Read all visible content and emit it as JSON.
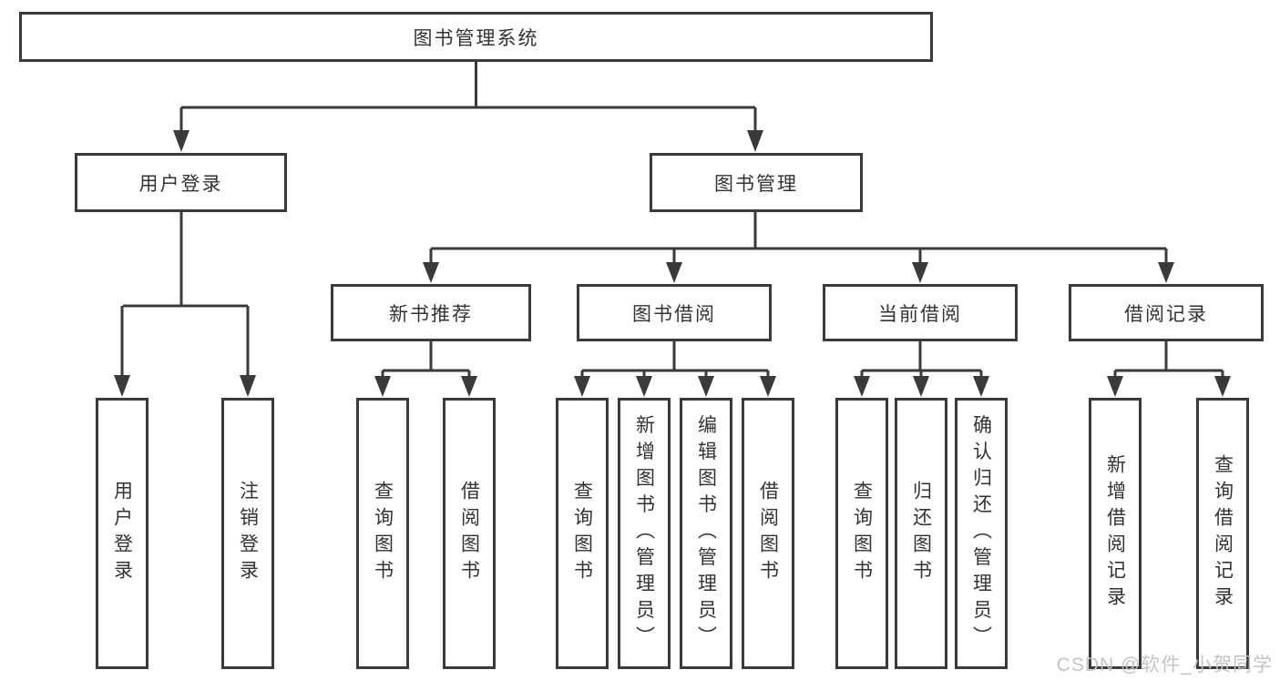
{
  "diagram": {
    "title": "图书管理系统",
    "nodes": {
      "root": {
        "label": "图书管理系统"
      },
      "level2": [
        {
          "label": "用户登录"
        },
        {
          "label": "图书管理"
        }
      ],
      "level3": [
        {
          "label": "新书推荐"
        },
        {
          "label": "图书借阅"
        },
        {
          "label": "当前借阅"
        },
        {
          "label": "借阅记录"
        }
      ],
      "leaves": [
        {
          "label": "用户登录"
        },
        {
          "label": "注销登录"
        },
        {
          "label": "查询图书"
        },
        {
          "label": "借阅图书"
        },
        {
          "label": "查询图书"
        },
        {
          "label": "新增图书（管理员）"
        },
        {
          "label": "编辑图书（管理员）"
        },
        {
          "label": "借阅图书"
        },
        {
          "label": "查询图书"
        },
        {
          "label": "归还图书"
        },
        {
          "label": "确认归还（管理员）"
        },
        {
          "label": "新增借阅记录"
        },
        {
          "label": "查询借阅记录"
        }
      ]
    },
    "edges": [
      [
        "图书管理系统",
        "用户登录"
      ],
      [
        "图书管理系统",
        "图书管理"
      ],
      [
        "用户登录",
        "用户登录"
      ],
      [
        "用户登录",
        "注销登录"
      ],
      [
        "图书管理",
        "新书推荐"
      ],
      [
        "图书管理",
        "图书借阅"
      ],
      [
        "图书管理",
        "当前借阅"
      ],
      [
        "图书管理",
        "借阅记录"
      ],
      [
        "新书推荐",
        "查询图书"
      ],
      [
        "新书推荐",
        "借阅图书"
      ],
      [
        "图书借阅",
        "查询图书"
      ],
      [
        "图书借阅",
        "新增图书（管理员）"
      ],
      [
        "图书借阅",
        "编辑图书（管理员）"
      ],
      [
        "图书借阅",
        "借阅图书"
      ],
      [
        "当前借阅",
        "查询图书"
      ],
      [
        "当前借阅",
        "归还图书"
      ],
      [
        "当前借阅",
        "确认归还（管理员）"
      ],
      [
        "借阅记录",
        "新增借阅记录"
      ],
      [
        "借阅记录",
        "查询借阅记录"
      ]
    ],
    "watermark": "CSDN @软件_小贺同学",
    "colors": {
      "line": "#3a3a3c",
      "text": "#333333",
      "watermark": "#c1c1c3",
      "background": "#ffffff"
    }
  }
}
